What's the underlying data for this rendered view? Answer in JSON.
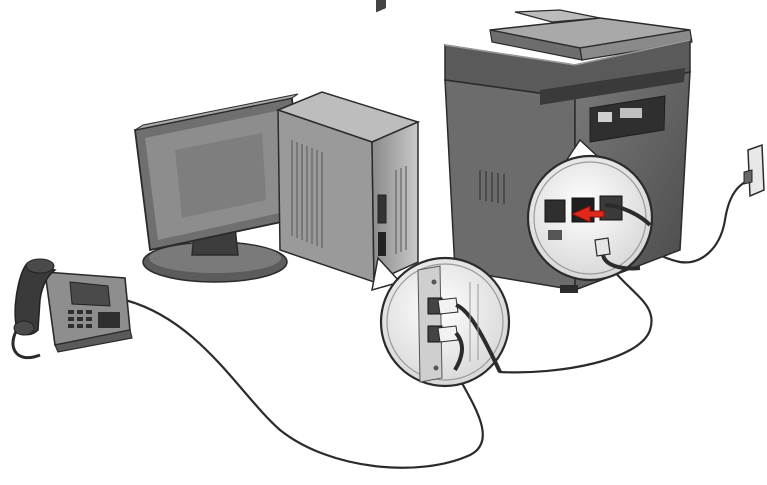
{
  "diagram": {
    "type": "fax-setup-illustration",
    "components": [
      {
        "id": "monitor",
        "icon": "monitor-icon"
      },
      {
        "id": "computer-tower",
        "icon": "computer-tower-icon"
      },
      {
        "id": "telephone",
        "icon": "telephone-icon"
      },
      {
        "id": "multifunction-printer",
        "icon": "printer-icon"
      },
      {
        "id": "wall-jack",
        "icon": "wall-jack-icon"
      },
      {
        "id": "printer-port-callout",
        "icon": "magnifier-callout-icon"
      },
      {
        "id": "computer-port-callout",
        "icon": "magnifier-callout-icon"
      }
    ],
    "connections": [
      {
        "from": "wall-jack",
        "to": "multifunction-printer"
      },
      {
        "from": "multifunction-printer",
        "to": "computer-tower"
      },
      {
        "from": "computer-tower",
        "to": "telephone"
      }
    ],
    "colors": {
      "line": "#2b2b2b",
      "device_body": "#6e6e6e",
      "device_dark": "#3f3f3f",
      "highlight": "#d9d9d9",
      "accent_red": "#e0281c"
    }
  }
}
